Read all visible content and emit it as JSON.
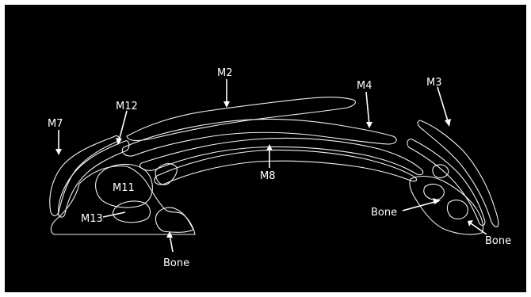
{
  "figure": {
    "labels": {
      "m2": "M2",
      "m3": "M3",
      "m4": "M4",
      "m7": "M7",
      "m8": "M8",
      "m11": "M11",
      "m12": "M12",
      "m13": "M13",
      "bone_bottom": "Bone",
      "bone_right_upper": "Bone",
      "bone_right_lower": "Bone"
    },
    "colors": {
      "background": "#000000",
      "outline": "#f2f2f2",
      "frame": "#ffffff"
    }
  }
}
